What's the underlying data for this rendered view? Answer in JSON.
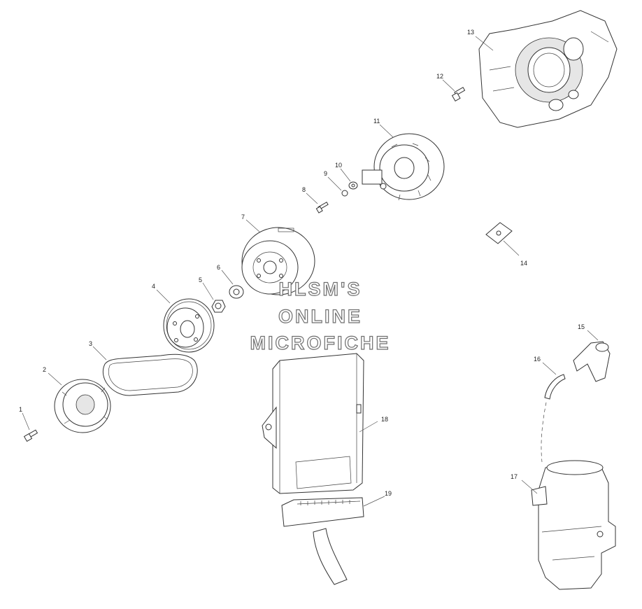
{
  "callouts": {
    "1": "1",
    "2": "2",
    "3": "3",
    "4": "4",
    "5": "5",
    "6": "6",
    "7": "7",
    "8": "8",
    "9": "9",
    "10": "10",
    "11": "11",
    "12": "12",
    "13": "13",
    "14": "14",
    "15": "15",
    "16": "16",
    "17": "17",
    "18": "18",
    "19": "19"
  },
  "watermark": {
    "line1": "HLSM'S",
    "line2": "ONLINE",
    "line3": "MICROFICHE"
  }
}
